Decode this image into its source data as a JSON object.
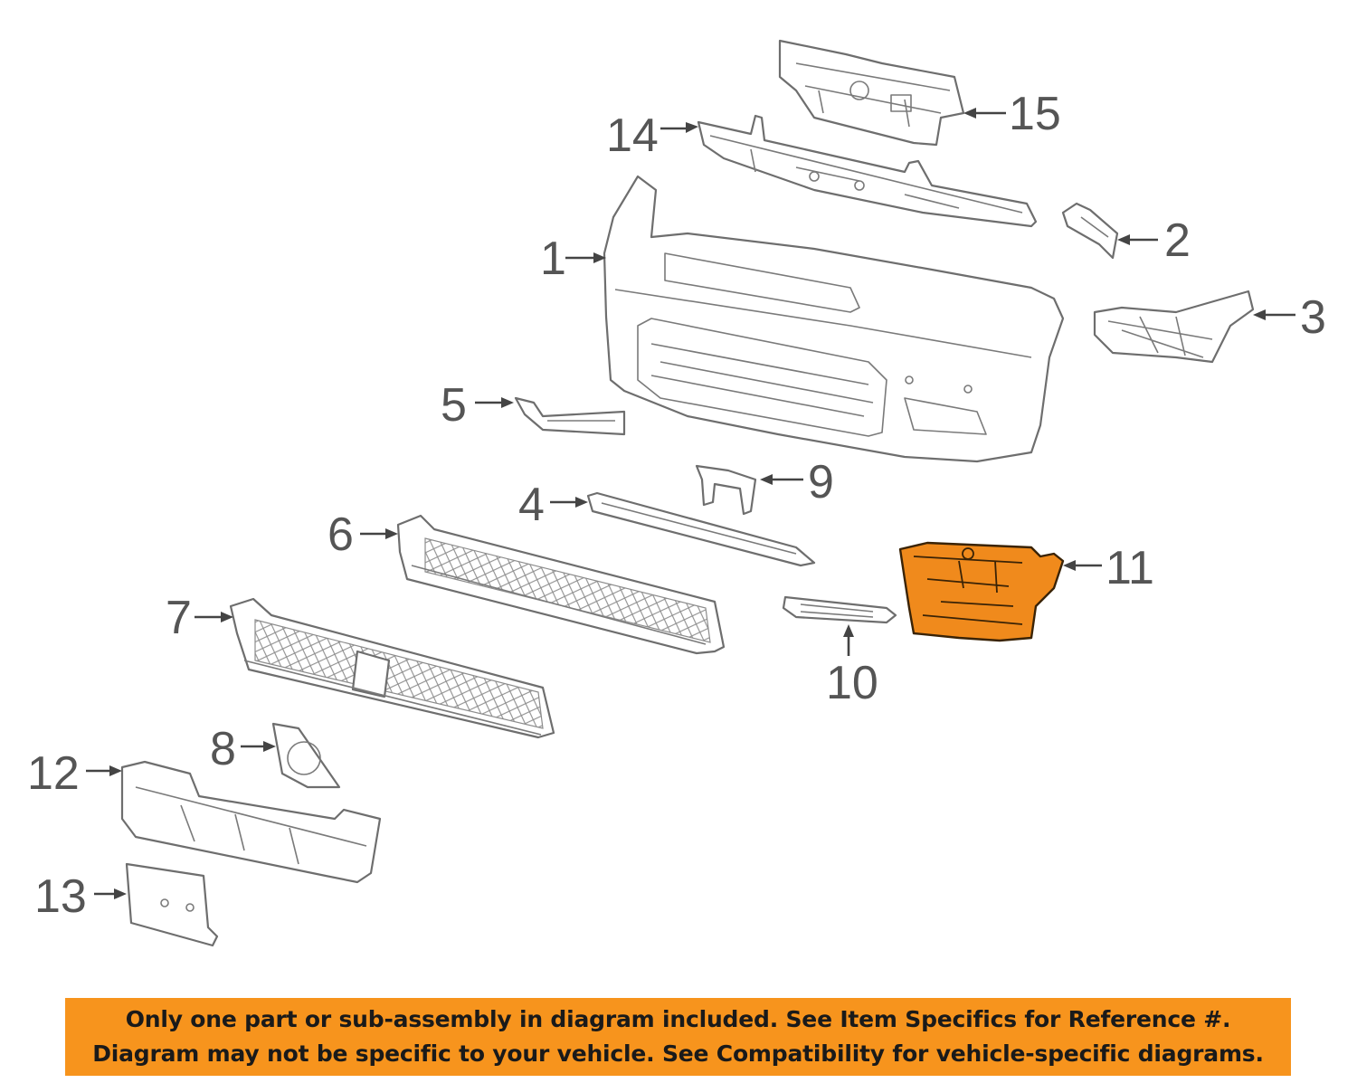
{
  "callouts": [
    {
      "id": "1",
      "label": "1"
    },
    {
      "id": "2",
      "label": "2"
    },
    {
      "id": "3",
      "label": "3"
    },
    {
      "id": "4",
      "label": "4"
    },
    {
      "id": "5",
      "label": "5"
    },
    {
      "id": "6",
      "label": "6"
    },
    {
      "id": "7",
      "label": "7"
    },
    {
      "id": "8",
      "label": "8"
    },
    {
      "id": "9",
      "label": "9"
    },
    {
      "id": "10",
      "label": "10"
    },
    {
      "id": "11",
      "label": "11"
    },
    {
      "id": "12",
      "label": "12"
    },
    {
      "id": "13",
      "label": "13"
    },
    {
      "id": "14",
      "label": "14"
    },
    {
      "id": "15",
      "label": "15"
    }
  ],
  "highlighted_part": "11",
  "colors": {
    "highlight": "#f08a1c",
    "banner": "#f7941d",
    "line_art": "#6e6e6e"
  },
  "notice": {
    "line1": "Only one part or sub-assembly in diagram included. See Item Specifics for Reference #.",
    "line2": "Diagram may not be specific to your vehicle. See Compatibility for vehicle-specific diagrams."
  }
}
